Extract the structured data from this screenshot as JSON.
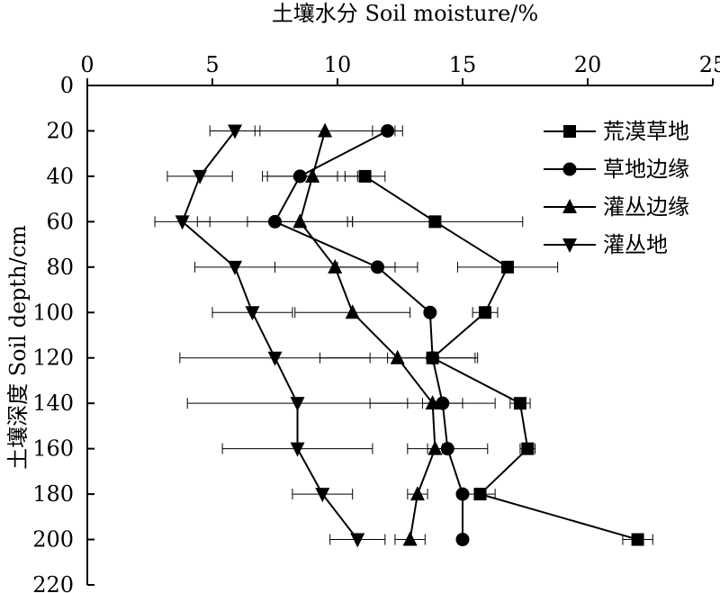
{
  "chart_data": {
    "type": "line",
    "title": "",
    "xlabel": "土壤水分 Soil moisture/%",
    "ylabel": "土壤深度 Soil depth/cm",
    "xlim": [
      0,
      25
    ],
    "ylim": [
      0,
      220
    ],
    "y_inverted": true,
    "x_axis_position": "top",
    "x_ticks": [
      "0",
      "5",
      "10",
      "15",
      "20",
      "25"
    ],
    "y_ticks": [
      "0",
      "20",
      "40",
      "60",
      "80",
      "100",
      "120",
      "140",
      "160",
      "180",
      "200",
      "220"
    ],
    "grid": false,
    "legend_position": "top-right",
    "series": [
      {
        "name": "荒漠草地",
        "marker": "square",
        "points": [
          {
            "depth": 40,
            "moisture": 11.1,
            "err": 0.8
          },
          {
            "depth": 60,
            "moisture": 13.9,
            "err": 3.5
          },
          {
            "depth": 80,
            "moisture": 16.8,
            "err": 2.0
          },
          {
            "depth": 100,
            "moisture": 15.9,
            "err": 0.5
          },
          {
            "depth": 120,
            "moisture": 13.8,
            "err": 1.8
          },
          {
            "depth": 140,
            "moisture": 17.3,
            "err": 0.4
          },
          {
            "depth": 160,
            "moisture": 17.6,
            "err": 0.3
          },
          {
            "depth": 180,
            "moisture": 15.7,
            "err": 0.6
          },
          {
            "depth": 200,
            "moisture": 22.0,
            "err": 0.6
          }
        ]
      },
      {
        "name": "草地边缘",
        "marker": "circle",
        "points": [
          {
            "depth": 20,
            "moisture": 12.0,
            "err": 0.6
          },
          {
            "depth": 40,
            "moisture": 8.5,
            "err": 1.5
          },
          {
            "depth": 60,
            "moisture": 7.5,
            "err": 3.1
          },
          {
            "depth": 80,
            "moisture": 11.6,
            "err": 1.6
          },
          {
            "depth": 100,
            "moisture": 13.7,
            "err": 0
          },
          {
            "depth": 120,
            "moisture": 13.8,
            "err": 0
          },
          {
            "depth": 140,
            "moisture": 14.2,
            "err": 0.8
          },
          {
            "depth": 160,
            "moisture": 14.4,
            "err": 1.6
          },
          {
            "depth": 180,
            "moisture": 15.0,
            "err": 0
          },
          {
            "depth": 200,
            "moisture": 15.0,
            "err": 0
          }
        ]
      },
      {
        "name": "灌丛边缘",
        "marker": "triangle-up",
        "points": [
          {
            "depth": 20,
            "moisture": 9.5,
            "err": 2.8
          },
          {
            "depth": 40,
            "moisture": 9.0,
            "err": 1.8
          },
          {
            "depth": 60,
            "moisture": 8.5,
            "err": 2.1
          },
          {
            "depth": 80,
            "moisture": 9.9,
            "err": 2.4
          },
          {
            "depth": 100,
            "moisture": 10.6,
            "err": 2.3
          },
          {
            "depth": 120,
            "moisture": 12.4,
            "err": 3.1
          },
          {
            "depth": 140,
            "moisture": 13.8,
            "err": 2.5
          },
          {
            "depth": 160,
            "moisture": 13.9,
            "err": 0.3
          },
          {
            "depth": 180,
            "moisture": 13.2,
            "err": 0.4
          },
          {
            "depth": 200,
            "moisture": 12.9,
            "err": 0.6
          }
        ]
      },
      {
        "name": "灌丛地",
        "marker": "triangle-down",
        "points": [
          {
            "depth": 20,
            "moisture": 5.9,
            "err": 1.0
          },
          {
            "depth": 40,
            "moisture": 4.5,
            "err": 1.3
          },
          {
            "depth": 60,
            "moisture": 3.8,
            "err": 1.1
          },
          {
            "depth": 80,
            "moisture": 5.9,
            "err": 1.6
          },
          {
            "depth": 100,
            "moisture": 6.6,
            "err": 1.6
          },
          {
            "depth": 120,
            "moisture": 7.5,
            "err": 3.8
          },
          {
            "depth": 140,
            "moisture": 8.4,
            "err": 4.4
          },
          {
            "depth": 160,
            "moisture": 8.4,
            "err": 3.0
          },
          {
            "depth": 180,
            "moisture": 9.4,
            "err": 1.2
          },
          {
            "depth": 200,
            "moisture": 10.8,
            "err": 1.1
          }
        ]
      }
    ]
  }
}
